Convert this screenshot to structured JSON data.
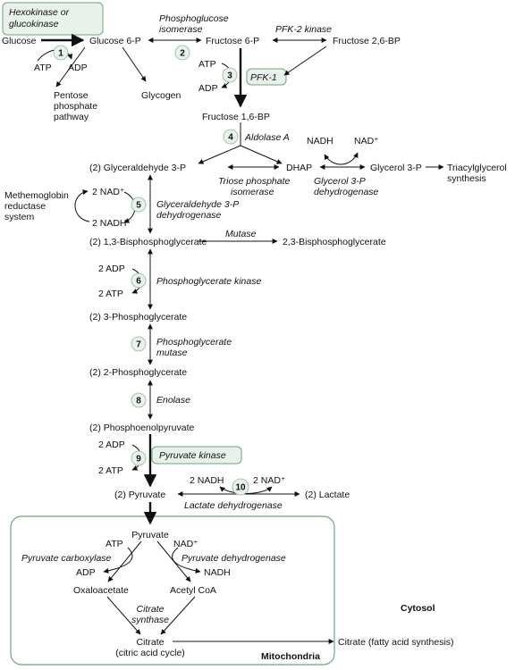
{
  "steps": [
    "1",
    "2",
    "3",
    "4",
    "5",
    "6",
    "7",
    "8",
    "9",
    "10"
  ],
  "metabolites": {
    "glucose": "Glucose",
    "glucose_6p": "Glucose 6-P",
    "fructose_6p": "Fructose 6-P",
    "fructose_26bp": "Fructose 2,6-BP",
    "ppp_1": "Pentose",
    "ppp_2": "phosphate",
    "ppp_3": "pathway",
    "glycogen": "Glycogen",
    "fructose_16bp": "Fructose 1,6-BP",
    "gap": "(2) Glyceraldehyde 3-P",
    "dhap": "DHAP",
    "glycerol_3p": "Glycerol 3-P",
    "tag_1": "Triacylglycerol",
    "tag_2": "synthesis",
    "bpg13": "(2) 1,3-Bisphosphoglycerate",
    "bpg23": "2,3-Bisphosphoglycerate",
    "pg3": "(2) 3-Phosphoglycerate",
    "pg2": "(2) 2-Phosphoglycerate",
    "pep": "(2) Phosphoenolpyruvate",
    "pyruvate2": "(2) Pyruvate",
    "lactate": "(2) Lactate",
    "pyruvate": "Pyruvate",
    "oxaloacetate": "Oxaloacetate",
    "acetyl_coa": "Acetyl CoA",
    "citrate": "Citrate",
    "cac": "(citric acid cycle)",
    "citrate_fa": "Citrate (fatty acid synthesis)"
  },
  "cofactors": {
    "atp": "ATP",
    "adp": "ADP",
    "nadh": "NADH",
    "nad_plus": "NAD⁺",
    "two_nad_plus": "2 NAD⁺",
    "two_nadh": "2 NADH",
    "two_adp": "2 ADP",
    "two_atp": "2 ATP"
  },
  "enzymes": {
    "hexokinase_1": "Hexokinase or",
    "hexokinase_2": "glucokinase",
    "pgi_1": "Phosphoglucose",
    "pgi_2": "isomerase",
    "pfk2": "PFK-2 kinase",
    "pfk1": "PFK-1",
    "aldolase": "Aldolase A",
    "tpi_1": "Triose phosphate",
    "tpi_2": "isomerase",
    "gpdh_1": "Glycerol 3-P",
    "gpdh_2": "dehydrogenase",
    "gapdh_1": "Glyceraldehyde 3-P",
    "gapdh_2": "dehydrogenase",
    "mutase": "Mutase",
    "pgk": "Phosphoglycerate kinase",
    "pgm_1": "Phosphoglycerate",
    "pgm_2": "mutase",
    "enolase": "Enolase",
    "pyruvate_kinase": "Pyruvate kinase",
    "ldh": "Lactate dehydrogenase",
    "pyruvate_carboxylase": "Pyruvate carboxylase",
    "pdh": "Pyruvate dehydrogenase",
    "cs_1": "Citrate",
    "cs_2": "synthase"
  },
  "other": {
    "methemoglobin_1": "Methemoglobin",
    "methemoglobin_2": "reductase",
    "methemoglobin_3": "system",
    "cytosol": "Cytosol",
    "mitochondria": "Mitochondria"
  },
  "colors": {
    "highlight_fill": "#e9f2ea",
    "highlight_stroke": "#6fa57a"
  }
}
